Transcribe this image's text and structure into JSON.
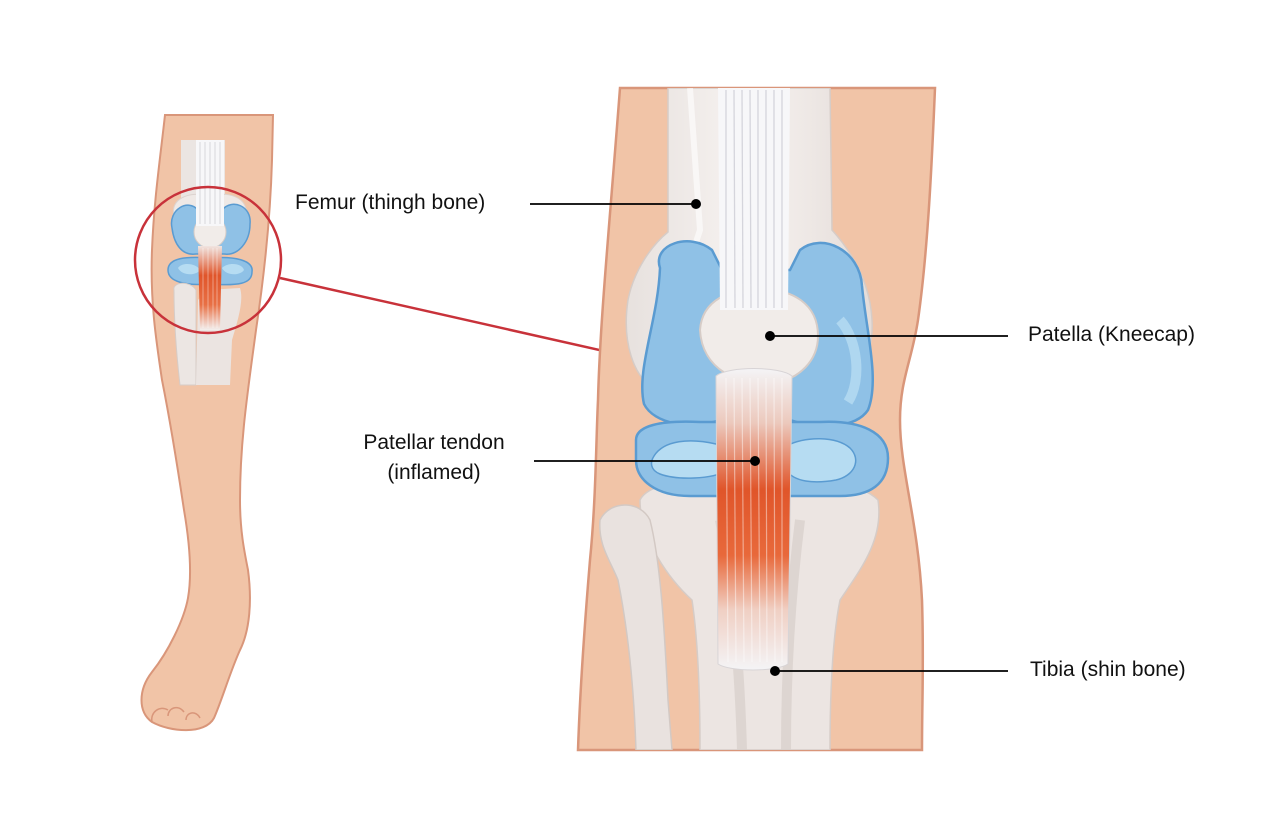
{
  "labels": {
    "femur": "Femur (thingh bone)",
    "patella": "Patella (Kneecap)",
    "tendon_line1": "Patellar tendon",
    "tendon_line2": "(inflamed)",
    "tibia": "Tibia (shin bone)"
  },
  "colors": {
    "skin": "#f1c4a7",
    "skin_outline": "#d9967a",
    "bone": "#f2ece8",
    "bone_shadow": "#d9d0cc",
    "cartilage": "#7fb6e0",
    "cartilage_light": "#a9d3ef",
    "cartilage_outline": "#5a9bd1",
    "tendon": "#f7f7f8",
    "inflamed": "#e05a2a",
    "highlight_circle": "#c8323a",
    "leader_line": "#000000"
  },
  "icons": {
    "small_view": "leg-overview-illustration",
    "large_view": "knee-closeup-illustration",
    "zoom": "magnify-circle"
  }
}
